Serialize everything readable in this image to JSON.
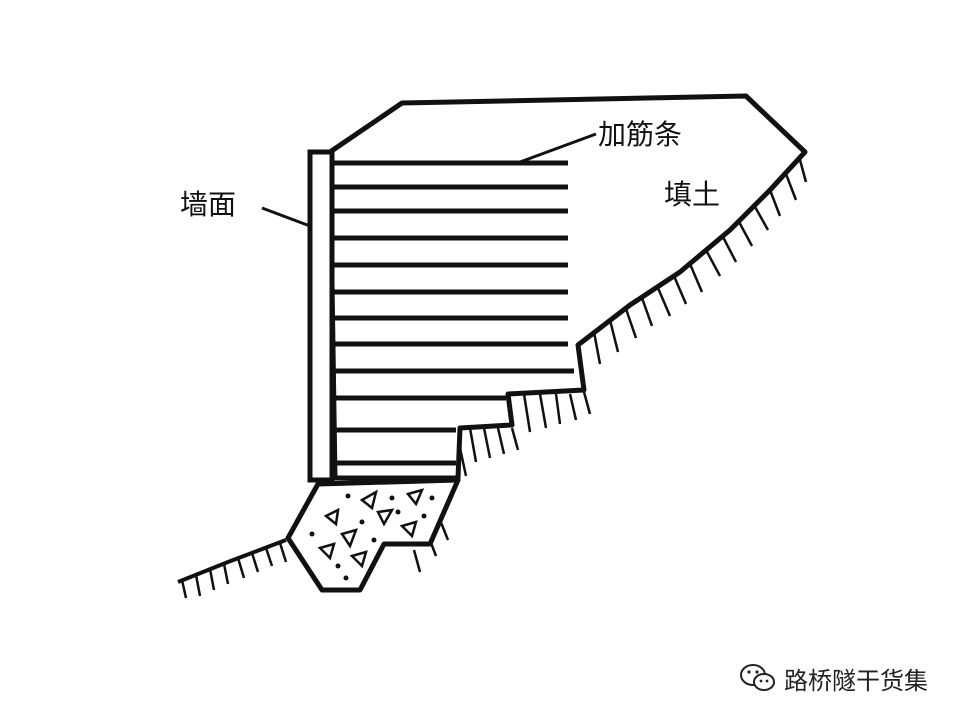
{
  "labels": {
    "wall_face": "墙面",
    "reinforcement": "加筋条",
    "fill": "填土"
  },
  "watermark": {
    "icon": "wechat-icon",
    "text": "路桥隧干货集"
  },
  "colors": {
    "ink": "#111111",
    "background": "#ffffff"
  }
}
